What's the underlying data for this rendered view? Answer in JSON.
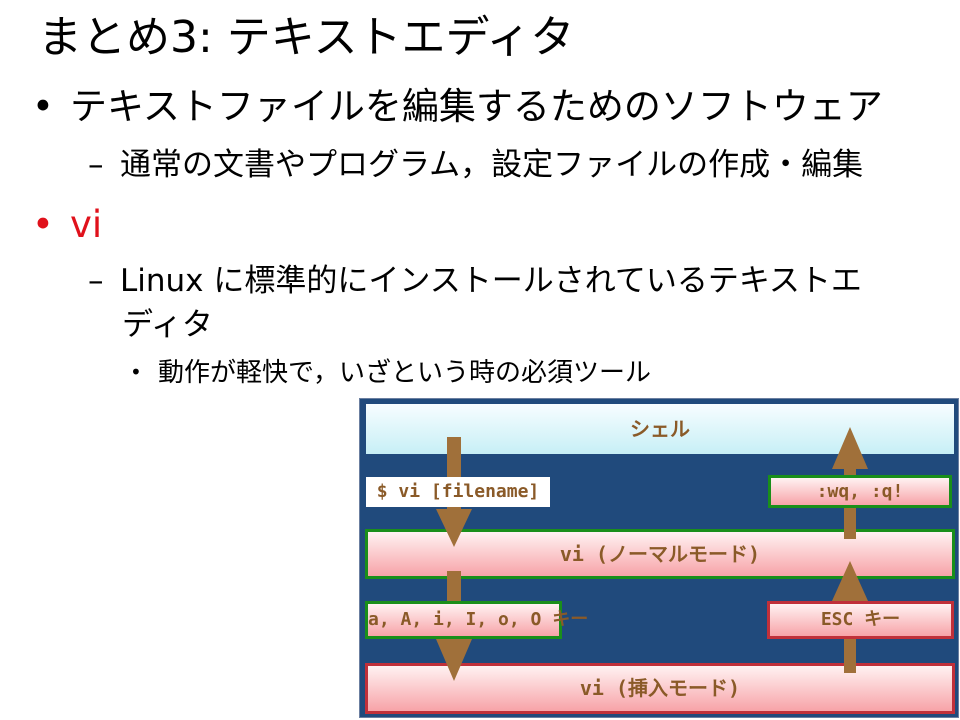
{
  "slide": {
    "title": "まとめ3: テキストエディタ",
    "bullets": [
      {
        "marker": "•",
        "text": "テキストファイルを編集するためのソフトウェア"
      },
      {
        "marker": "–",
        "text": "通常の文書やプログラム，設定ファイルの作成・編集"
      },
      {
        "marker": "•",
        "text": "vi"
      },
      {
        "marker": "–",
        "text": "Linux に標準的にインストールされているテキストエ"
      },
      {
        "marker": "",
        "text": "ディタ"
      },
      {
        "marker": "•",
        "text": "動作が軽快で，いざという時の必須ツール"
      }
    ],
    "accent_color": "#e0111b"
  },
  "diagram": {
    "shell": "シェル",
    "vi_command": "$ vi [filename]",
    "quit_command": ":wq,  :q!",
    "normal_mode": "vi (ノーマルモード)",
    "insert_keys": "a, A, i, I, o, O キー",
    "esc_key": "ESC キー",
    "insert_mode": "vi (挿入モード)",
    "colors": {
      "background": "#204a7c",
      "arrow": "#a0703a",
      "green_border": "#1a8f1a",
      "red_border": "#c0303a",
      "label_text": "#8a5a28"
    }
  }
}
